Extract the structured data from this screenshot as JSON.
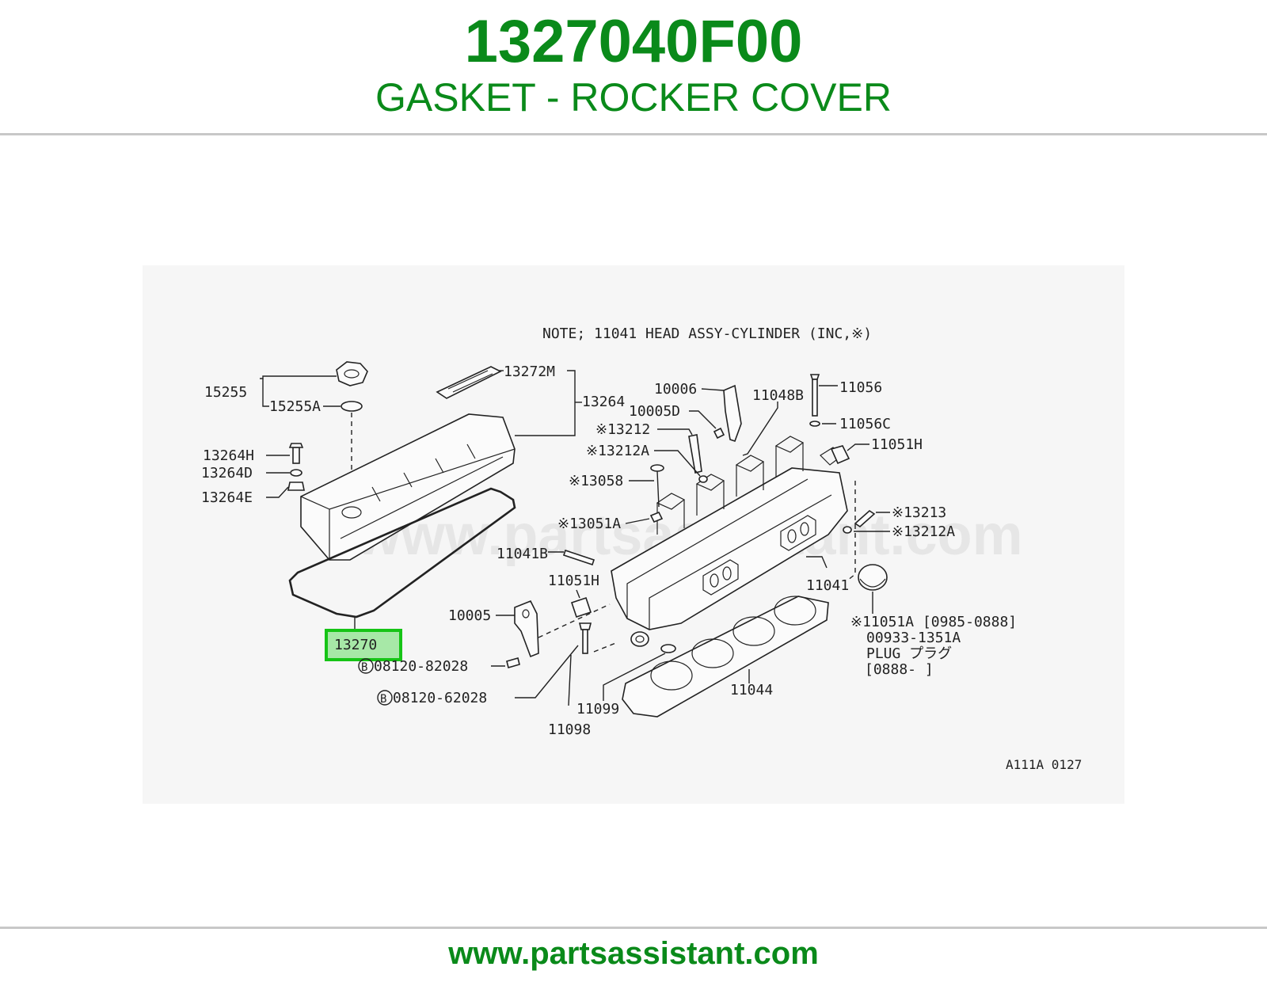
{
  "header": {
    "part_number": "1327040F00",
    "part_name": "GASKET - ROCKER COVER"
  },
  "diagram": {
    "note": "NOTE; 11041 HEAD ASSY-CYLINDER (INC,※)",
    "code": "A111A 0127",
    "watermark": "www.partsassistant.com",
    "highlighted_part": "13270",
    "labels": {
      "p15255": "15255",
      "p15255A": "15255A",
      "p13272M": "13272M",
      "p13264": "13264",
      "p13264H": "13264H",
      "p13264D": "13264D",
      "p13264E": "13264E",
      "p10006": "10006",
      "p10005D": "10005D",
      "p11048B": "11048B",
      "p11056": "11056",
      "p11056C": "11056C",
      "p11051H_top": "11051H",
      "p13212": "※13212",
      "p13212A_left": "※13212A",
      "p13058": "※13058",
      "p13213": "※13213",
      "p13212A_right": "※13212A",
      "p13051A": "※13051A",
      "p11041B": "11041B",
      "p11041": "11041",
      "p11051H_low": "11051H",
      "p10005": "10005",
      "p13270": "13270",
      "bolt1": "08120-82028",
      "bolt2": "08120-62028",
      "p11099": "11099",
      "p11098": "11098",
      "p11044": "11044",
      "p11051A": "※11051A [0985-0888]",
      "p00933": "00933-1351A",
      "plug": "PLUG プラグ",
      "range": "[0888-   ]",
      "circle_b": "B"
    }
  },
  "footer": {
    "website": "www.partsassistant.com"
  }
}
